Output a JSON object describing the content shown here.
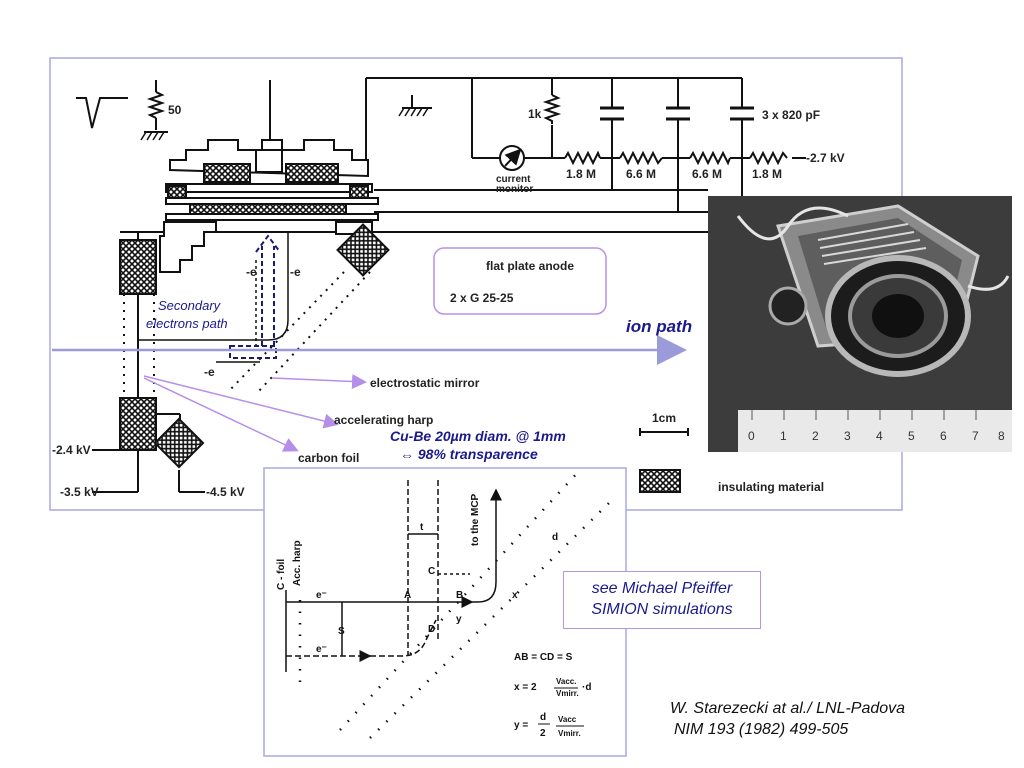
{
  "circuit": {
    "resistor_50": "50",
    "resistor_1k": "1k",
    "capacitors": "3 x 820 pF",
    "current_monitor": [
      "current",
      "monitor"
    ],
    "divider_resistors": [
      "1.8 M",
      "6.6 M",
      "6.6 M",
      "1.8 M"
    ],
    "voltage_top": "-2.7 kV",
    "voltage_24": "-2.4 kV",
    "voltage_35": "-3.5 kV",
    "voltage_45": "-4.5 kV"
  },
  "labels": {
    "electron_e": "-e",
    "secondary_path": [
      "Secondary",
      "electrons path"
    ],
    "anode": "flat plate anode",
    "anode_grid": "2 x G 25-25",
    "ion_path": "ion path",
    "mirror": "electrostatic mirror",
    "harp": "accelerating harp",
    "foil": "carbon foil",
    "harp_spec_line1": "Cu-Be 20µm diam. @ 1mm",
    "harp_spec_line2": "⇔ 98% transparence",
    "scale": "1cm",
    "insulating": "insulating material"
  },
  "photo": {
    "ruler_numbers": [
      "0",
      "1",
      "2",
      "3",
      "4",
      "5",
      "6",
      "7",
      "8"
    ]
  },
  "inset": {
    "c_foil": "C - foil",
    "acc_harp": "Acc. harp",
    "to_mcp": "to the MCP",
    "t": "t",
    "d": "d",
    "x": "x",
    "y": "y",
    "e": "e⁻",
    "s": "S",
    "points": [
      "A",
      "B",
      "C",
      "D"
    ],
    "eq1": "AB = CD = S",
    "eq2_prefix": "x = 2",
    "eq2_num": "Vacc.",
    "eq2_den": "Vmirr.",
    "eq2_suffix": "·d",
    "eq3_prefix": "y =",
    "eq3_d_num": "d",
    "eq3_d_den": "2",
    "eq3_num": "Vacc",
    "eq3_den": "Vmirr."
  },
  "callout": {
    "line1": "see Michael Pfeiffer",
    "line2": "SIMION simulations"
  },
  "reference": {
    "line1": "W. Starezecki at al./ LNL-Padova",
    "line2": "NIM 193 (1982) 499-505"
  },
  "colors": {
    "frame": "#a9a9e0",
    "callout_border": "#b694e6",
    "arrow_purple": "#b58ee8",
    "ion_path_arrow": "#9b9bdc",
    "secondary_path": "#1a1a6e",
    "text_blue": "#1a1a8c"
  }
}
